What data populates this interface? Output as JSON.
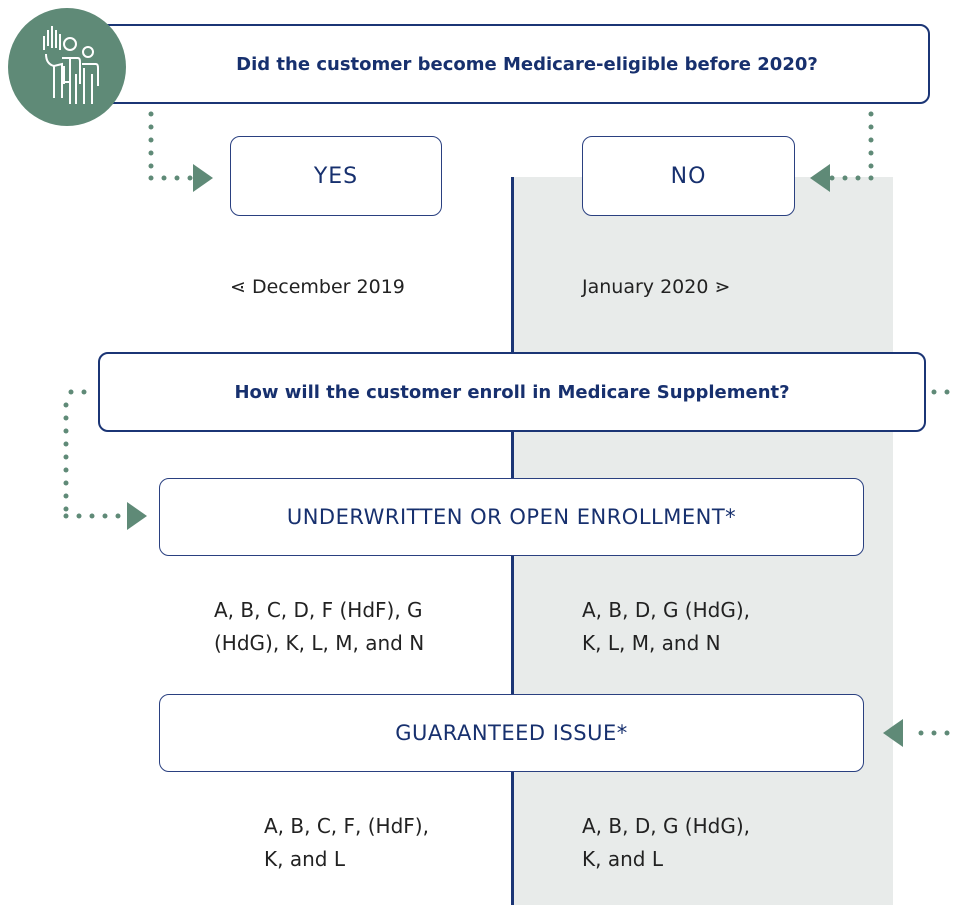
{
  "question1": "Did the customer become Medicare-eligible before 2020?",
  "answers": {
    "yes": "YES",
    "no": "NO"
  },
  "dates": {
    "left": "⋖ December 2019",
    "right": "January 2020 ⋗"
  },
  "question2": "How will the customer enroll in Medicare Supplement?",
  "categories": {
    "underwritten": "UNDERWRITTEN OR OPEN ENROLLMENT*",
    "guaranteed": "GUARANTEED ISSUE*"
  },
  "plans": {
    "underwritten_left": [
      "A, B, C, D, F (HdF), G",
      "(HdG), K, L, M, and N"
    ],
    "underwritten_right": [
      "A, B, D, G (HdG),",
      "K, L, M, and N"
    ],
    "guaranteed_left": [
      "A, B, C, F, (HdF),",
      "K, and L"
    ],
    "guaranteed_right": [
      "A, B, D, G (HdG),",
      "K, and L"
    ]
  },
  "icons": {
    "badge": "people-raising-hand-icon"
  },
  "colors": {
    "navy": "#1b3575",
    "green": "#5f8a77",
    "shade": "#e8ebea"
  }
}
